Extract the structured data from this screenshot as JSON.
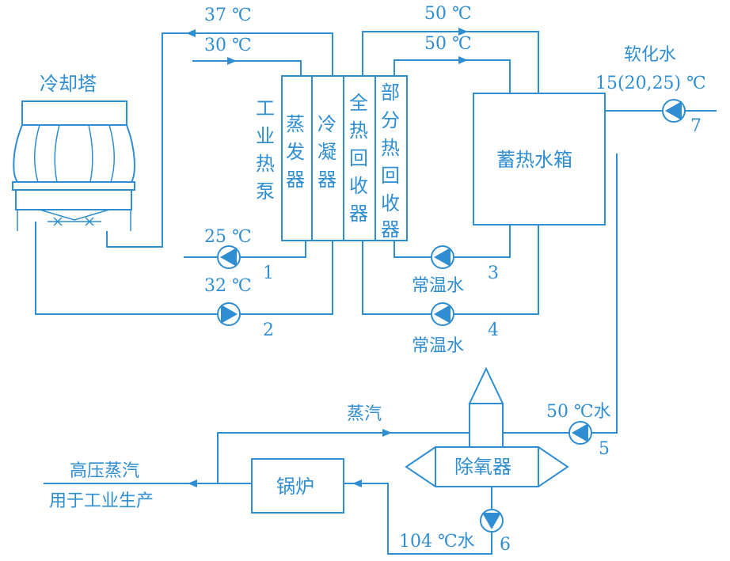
{
  "labels": {
    "cooling_tower": "冷却塔",
    "heat_pump": "工业热泵",
    "evaporator": "蒸发器",
    "condenser": "冷凝器",
    "full_recovery": "全热回收器",
    "partial_recovery": "部分热回收器",
    "tank": "蓄热水箱",
    "softened_water": "软化水",
    "softened_temp": "15(20,25) ℃",
    "t37": "37 ℃",
    "t30": "30 ℃",
    "t50a": "50 ℃",
    "t50b": "50 ℃",
    "t25": "25 ℃",
    "t32": "32 ℃",
    "normal_water_3": "常温水",
    "normal_water_4": "常温水",
    "steam": "蒸汽",
    "water50": "50 ℃水",
    "deaerator": "除氧器",
    "boiler": "锅炉",
    "hp_steam_1": "高压蒸汽",
    "hp_steam_2": "用于工业生产",
    "water104": "104 ℃水"
  },
  "pumps": {
    "p1": "1",
    "p2": "2",
    "p3": "3",
    "p4": "4",
    "p5": "5",
    "p6": "6",
    "p7": "7"
  },
  "colors": {
    "line": "#2f8ed1",
    "background": "#ffffff"
  }
}
